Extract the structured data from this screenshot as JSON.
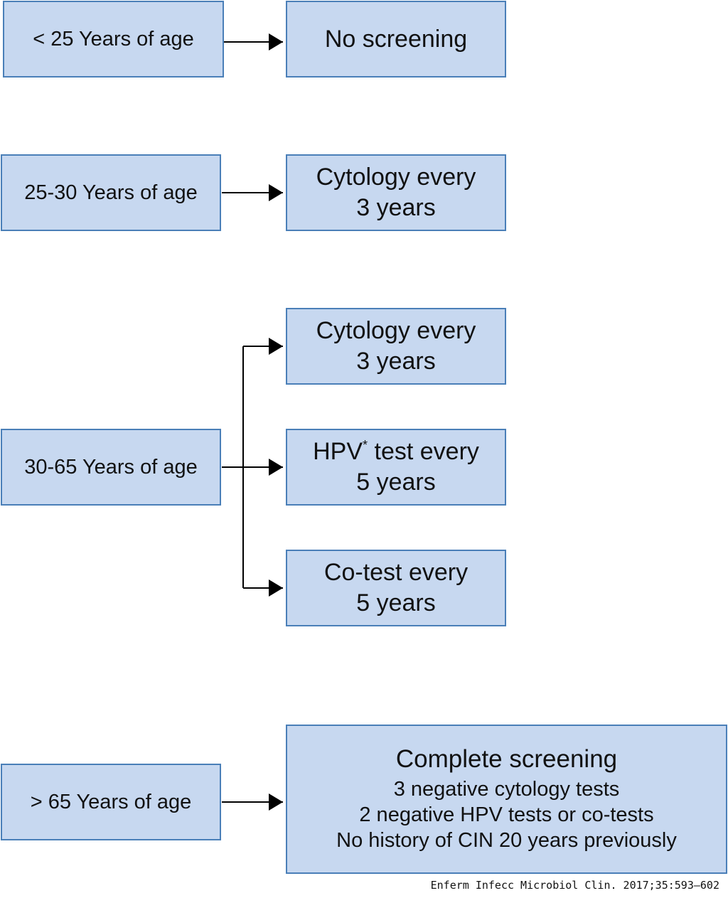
{
  "rows": [
    {
      "age": "< 25 Years of age",
      "results": [
        {
          "lines": [
            "No screening"
          ]
        }
      ]
    },
    {
      "age": "25-30 Years of age",
      "results": [
        {
          "lines": [
            "Cytology every",
            "3 years"
          ]
        }
      ]
    },
    {
      "age": "30-65 Years of age",
      "results": [
        {
          "lines": [
            "Cytology every",
            "3 years"
          ]
        },
        {
          "lines": [
            "HPV",
            "test every",
            "5 years"
          ],
          "sup": "*"
        },
        {
          "lines": [
            "Co-test every",
            "5 years"
          ]
        }
      ]
    },
    {
      "age": "> 65 Years of age",
      "results": [
        {
          "title": "Complete screening",
          "lines": [
            "3 negative cytology tests",
            "2 negative HPV tests or co-tests",
            "No history of CIN 20 years previously"
          ]
        }
      ]
    }
  ],
  "caption": "Enferm Infecc Microbiol Clin. 2017;35:593–602"
}
